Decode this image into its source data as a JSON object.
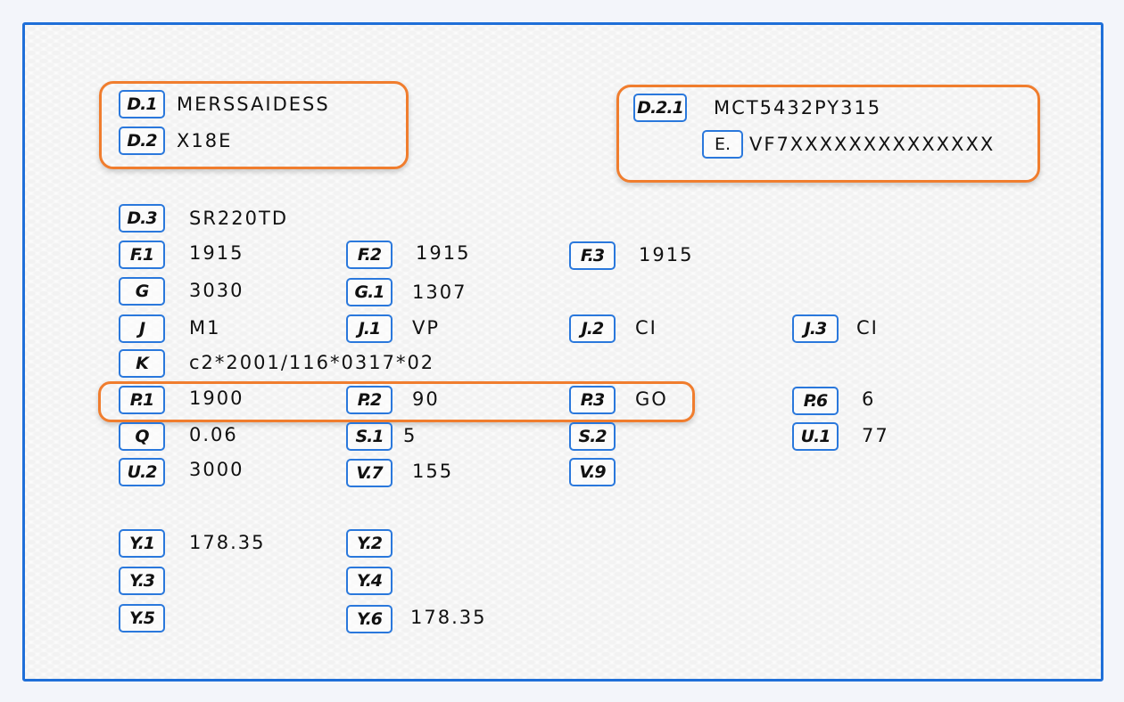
{
  "owner_box": [
    {
      "label": "D.1",
      "value": "MERSSAIDESS"
    },
    {
      "label": "D.2",
      "value": "X18E"
    }
  ],
  "vehicle_box": [
    {
      "label": "D.2.1",
      "value": "MCT5432PY315"
    },
    {
      "label": "E.",
      "value": "VF7XXXXXXXXXXXXXX"
    }
  ],
  "fields": [
    {
      "label": "D.3",
      "value": "SR220TD"
    },
    {
      "label": "F.1",
      "value": "1915"
    },
    {
      "label": "F.2",
      "value": "1915"
    },
    {
      "label": "F.3",
      "value": "1915"
    },
    {
      "label": "G",
      "value": "3030"
    },
    {
      "label": "G.1",
      "value": "1307"
    },
    {
      "label": "J",
      "value": "M1"
    },
    {
      "label": "J.1",
      "value": "VP"
    },
    {
      "label": "J.2",
      "value": "CI"
    },
    {
      "label": "J.3",
      "value": "CI"
    },
    {
      "label": "K",
      "value": "c2*2001/116*0317*02"
    },
    {
      "label": "P.1",
      "value": "1900"
    },
    {
      "label": "P.2",
      "value": "90"
    },
    {
      "label": "P.3",
      "value": "GO"
    },
    {
      "label": "P.6",
      "value": "6"
    },
    {
      "label": "Q",
      "value": "0.06"
    },
    {
      "label": "S.1",
      "value": "5"
    },
    {
      "label": "S.2",
      "value": ""
    },
    {
      "label": "U.1",
      "value": "77"
    },
    {
      "label": "U.2",
      "value": "3000"
    },
    {
      "label": "V.7",
      "value": "155"
    },
    {
      "label": "V.9",
      "value": ""
    },
    {
      "label": "Y.1",
      "value": "178.35"
    },
    {
      "label": "Y.2",
      "value": ""
    },
    {
      "label": "Y.3",
      "value": ""
    },
    {
      "label": "Y.4",
      "value": ""
    },
    {
      "label": "Y.5",
      "value": ""
    },
    {
      "label": "Y.6",
      "value": "178.35"
    }
  ]
}
